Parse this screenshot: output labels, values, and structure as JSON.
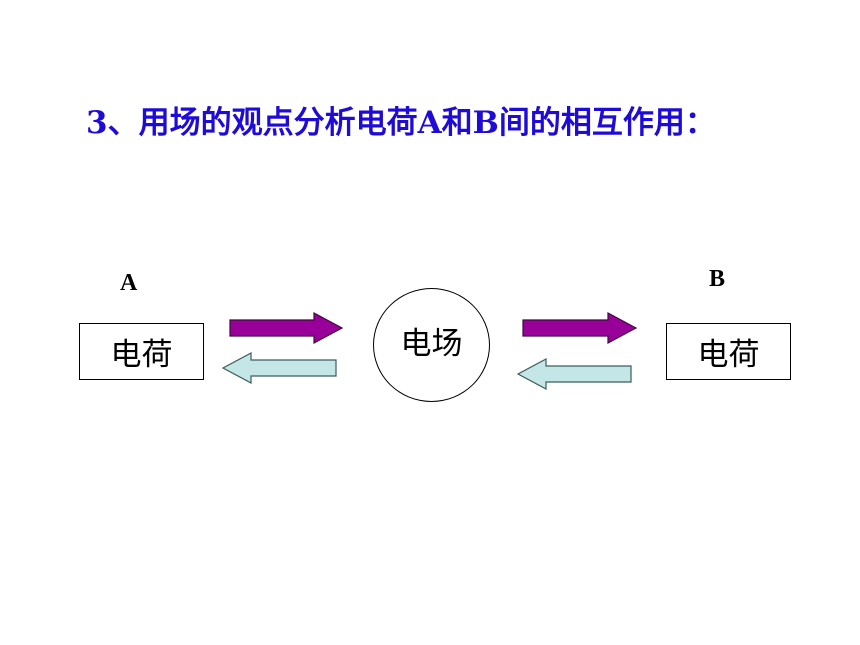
{
  "title": "3、用场的观点分析电荷A和B间的相互作用：",
  "diagram": {
    "label_a": "A",
    "label_b": "B",
    "box_a_text": "电荷",
    "field_text": "电场",
    "box_b_text": "电荷",
    "colors": {
      "title": "#1f0bd8",
      "arrow_forward": "#990099",
      "arrow_back": "#c5e6e6"
    }
  }
}
